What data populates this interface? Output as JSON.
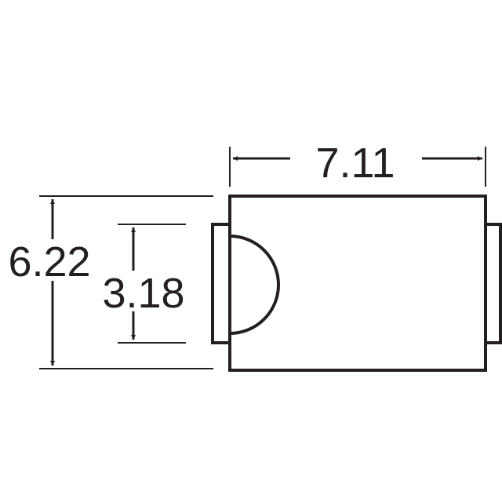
{
  "diagram": {
    "colors": {
      "line": "#231f20",
      "background": "#ffffff"
    },
    "dimensions": {
      "width": "7.11",
      "height": "6.22",
      "terminal_height": "3.18"
    }
  }
}
